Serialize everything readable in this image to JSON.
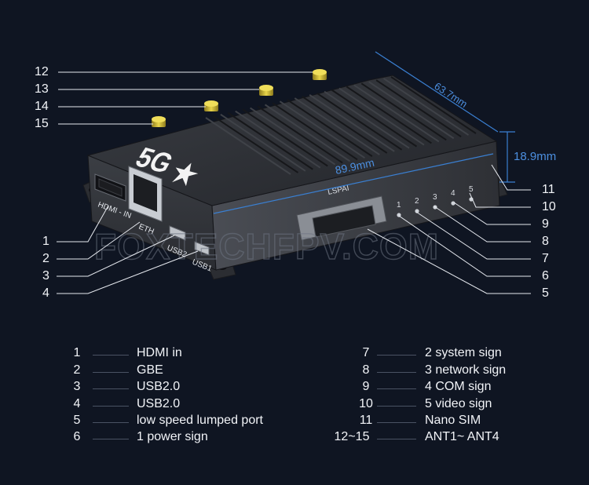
{
  "device": {
    "logo_text": "5G",
    "port_labels": {
      "hdmi": "HDMI - IN",
      "eth": "ETH",
      "usb2": "USB2",
      "usb1": "USB1",
      "lspai": "LSPAI",
      "leds": [
        "1",
        "2",
        "3",
        "4",
        "5"
      ]
    },
    "watermark": "FOXTECHFPV.COM"
  },
  "dimensions": {
    "width": "63.7mm",
    "length": "89.9mm",
    "height": "18.9mm"
  },
  "callouts": {
    "left": [
      "12",
      "13",
      "14",
      "15",
      "1",
      "2",
      "3",
      "4"
    ],
    "right": [
      "11",
      "10",
      "9",
      "8",
      "7",
      "6",
      "5"
    ]
  },
  "legend": {
    "left": [
      {
        "num": "1",
        "text": "HDMI in"
      },
      {
        "num": "2",
        "text": "GBE"
      },
      {
        "num": "3",
        "text": "USB2.0"
      },
      {
        "num": "4",
        "text": "USB2.0"
      },
      {
        "num": "5",
        "text": "low speed lumped port"
      },
      {
        "num": "6",
        "text": "1 power sign"
      }
    ],
    "right": [
      {
        "num": "7",
        "text": "2 system sign"
      },
      {
        "num": "8",
        "text": "3 network sign"
      },
      {
        "num": "9",
        "text": "4 COM sign"
      },
      {
        "num": "10",
        "text": "5 video sign"
      },
      {
        "num": "11",
        "text": "Nano SIM"
      },
      {
        "num": "12~15",
        "text": "ANT1~ ANT4"
      }
    ]
  },
  "colors": {
    "background": "#0f1522",
    "dimension_line": "#3a7fd1",
    "antenna": "#d8c23a",
    "body": "#2a2c30"
  }
}
